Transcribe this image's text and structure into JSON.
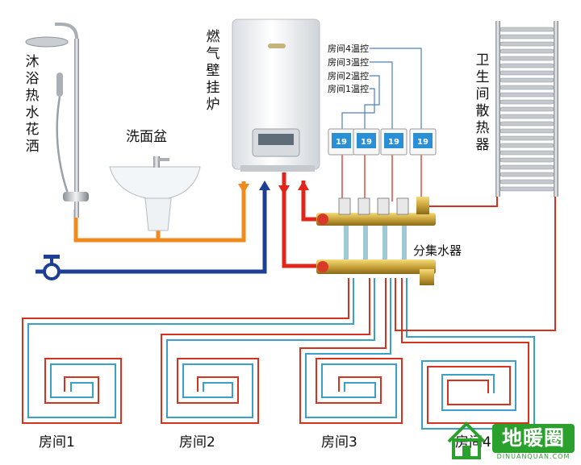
{
  "labels": {
    "shower": "沐浴热水花洒",
    "basin": "洗面盆",
    "boiler": "燃气壁挂炉",
    "radiator": "卫生间散热器",
    "manifold": "分集水器",
    "thermostats": [
      "房间4温控",
      "房间3温控",
      "房间2温控",
      "房间1温控"
    ],
    "thermostat_display": "19",
    "rooms": [
      "房间1",
      "房间2",
      "房间3",
      "房间4"
    ]
  },
  "logo": {
    "name": "地暖圈",
    "url_text": "DINUANQUAN.COM"
  },
  "colors": {
    "hot_pipe": "#e0251b",
    "cold_pipe": "#1c3f95",
    "domestic_hot": "#f08a1c",
    "floor_red": "#d6331f",
    "floor_blue": "#3aa0c8",
    "brass": "#c9a23a",
    "logo_green": "#2aa12c"
  }
}
